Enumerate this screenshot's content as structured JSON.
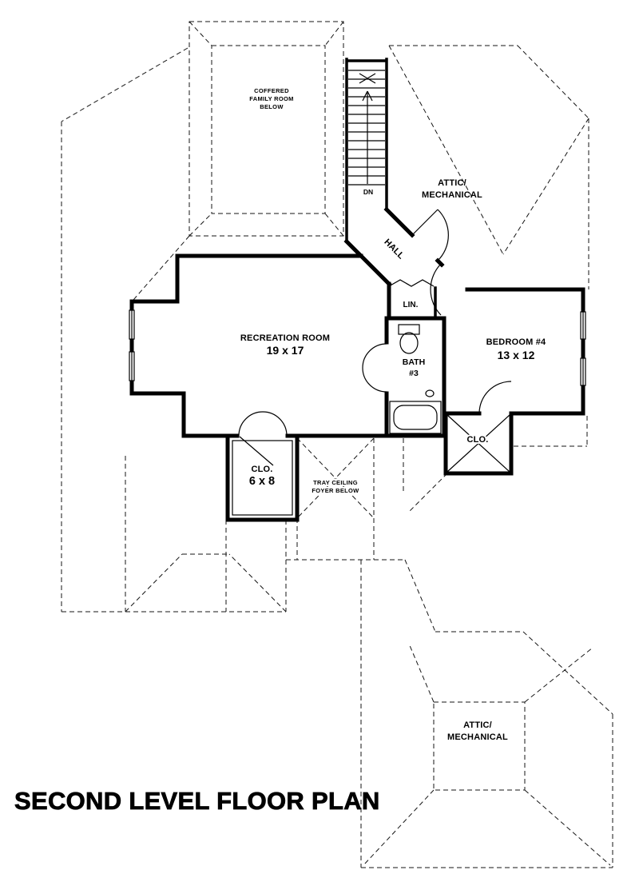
{
  "colors": {
    "line": "#000000",
    "background": "#ffffff"
  },
  "title": "SECOND LEVEL FLOOR PLAN",
  "rooms": {
    "coffered_family_room": {
      "line1": "COFFERED",
      "line2": "FAMILY ROOM",
      "line3": "BELOW"
    },
    "attic_upper": {
      "line1": "ATTIC/",
      "line2": "MECHANICAL"
    },
    "attic_lower": {
      "line1": "ATTIC/",
      "line2": "MECHANICAL"
    },
    "hall": {
      "label": "HALL"
    },
    "linen": {
      "label": "LIN."
    },
    "recreation": {
      "label": "RECREATION ROOM",
      "dimensions": "19 x 17"
    },
    "bath": {
      "line1": "BATH",
      "line2": "#3"
    },
    "bedroom4": {
      "label": "BEDROOM #4",
      "dimensions": "13 x 12"
    },
    "closet_main": {
      "label": "CLO.",
      "dimensions": "6 x 8"
    },
    "closet_bedroom": {
      "label": "CLO."
    },
    "tray_ceiling": {
      "line1": "TRAY CEILING",
      "line2": "FOYER BELOW"
    },
    "stairs": {
      "direction": "DN"
    }
  }
}
